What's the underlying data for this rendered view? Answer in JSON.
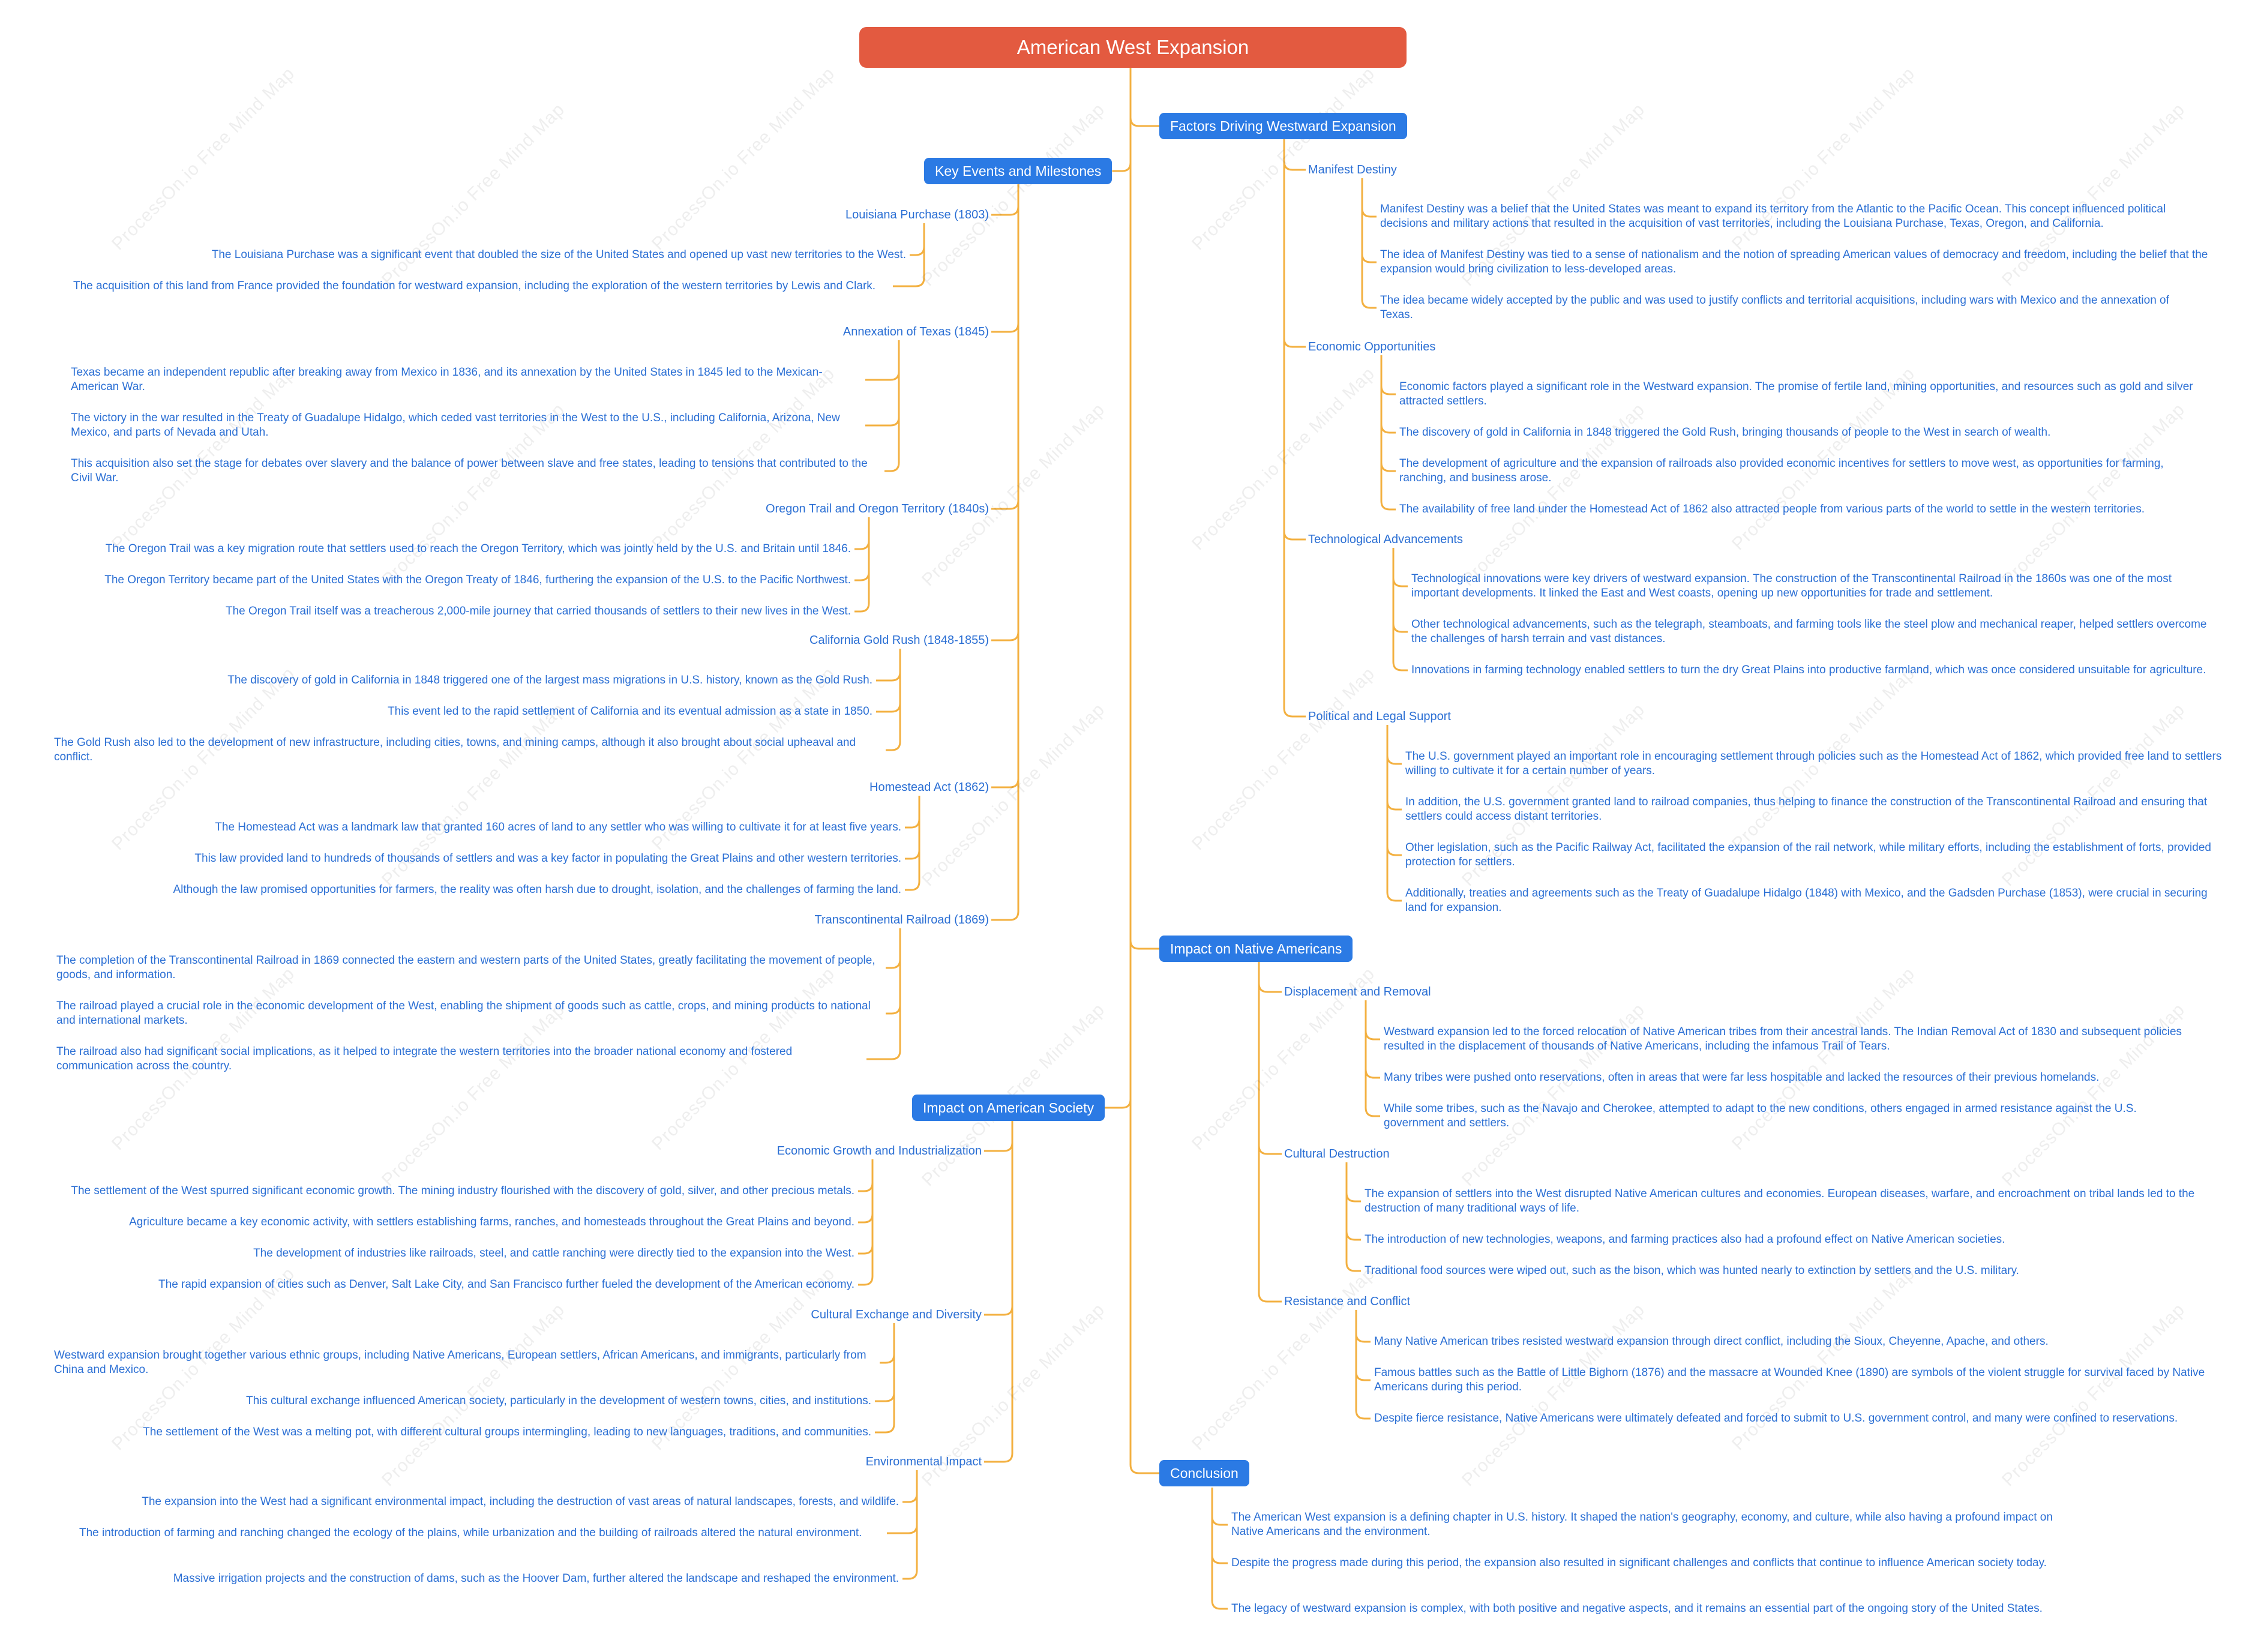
{
  "watermark": "ProcessOn.io Free Mind Map",
  "root": {
    "label": "American West Expansion"
  },
  "left": [
    {
      "title": "Key Events and Milestones",
      "subs": [
        {
          "title": "Louisiana Purchase (1803)",
          "items": [
            "The Louisiana Purchase was a significant event that doubled the size of the United States and opened up vast new territories to the West.",
            "The acquisition of this land from France provided the foundation for westward expansion, including the exploration of the western territories by Lewis and Clark."
          ]
        },
        {
          "title": "Annexation of Texas (1845)",
          "items": [
            "Texas became an independent republic after breaking away from Mexico in 1836, and its annexation by the United States in 1845 led to the Mexican-American War.",
            "The victory in the war resulted in the Treaty of Guadalupe Hidalgo, which ceded vast territories in the West to the U.S., including California, Arizona, New Mexico, and parts of Nevada and Utah.",
            "This acquisition also set the stage for debates over slavery and the balance of power between slave and free states, leading to tensions that contributed to the Civil War."
          ]
        },
        {
          "title": "Oregon Trail and Oregon Territory (1840s)",
          "items": [
            "The Oregon Trail was a key migration route that settlers used to reach the Oregon Territory, which was jointly held by the U.S. and Britain until 1846.",
            "The Oregon Territory became part of the United States with the Oregon Treaty of 1846, furthering the expansion of the U.S. to the Pacific Northwest.",
            "The Oregon Trail itself was a treacherous 2,000-mile journey that carried thousands of settlers to their new lives in the West."
          ]
        },
        {
          "title": "California Gold Rush (1848-1855)",
          "items": [
            "The discovery of gold in California in 1848 triggered one of the largest mass migrations in U.S. history, known as the Gold Rush.",
            "This event led to the rapid settlement of California and its eventual admission as a state in 1850.",
            "The Gold Rush also led to the development of new infrastructure, including cities, towns, and mining camps, although it also brought about social upheaval and conflict."
          ]
        },
        {
          "title": "Homestead Act (1862)",
          "items": [
            "The Homestead Act was a landmark law that granted 160 acres of land to any settler who was willing to cultivate it for at least five years.",
            "This law provided land to hundreds of thousands of settlers and was a key factor in populating the Great Plains and other western territories.",
            "Although the law promised opportunities for farmers, the reality was often harsh due to drought, isolation, and the challenges of farming the land."
          ]
        },
        {
          "title": "Transcontinental Railroad (1869)",
          "items": [
            "The completion of the Transcontinental Railroad in 1869 connected the eastern and western parts of the United States, greatly facilitating the movement of people, goods, and information.",
            "The railroad played a crucial role in the economic development of the West, enabling the shipment of goods such as cattle, crops, and mining products to national and international markets.",
            "The railroad also had significant social implications, as it helped to integrate the western territories into the broader national economy and fostered communication across the country."
          ]
        }
      ]
    },
    {
      "title": "Impact on American Society",
      "subs": [
        {
          "title": "Economic Growth and Industrialization",
          "items": [
            "The settlement of the West spurred significant economic growth. The mining industry flourished with the discovery of gold, silver, and other precious metals.",
            "Agriculture became a key economic activity, with settlers establishing farms, ranches, and homesteads throughout the Great Plains and beyond.",
            "The development of industries like railroads, steel, and cattle ranching were directly tied to the expansion into the West.",
            "The rapid expansion of cities such as Denver, Salt Lake City, and San Francisco further fueled the development of the American economy."
          ]
        },
        {
          "title": "Cultural Exchange and Diversity",
          "items": [
            "Westward expansion brought together various ethnic groups, including Native Americans, European settlers, African Americans, and immigrants, particularly from China and Mexico.",
            "This cultural exchange influenced American society, particularly in the development of western towns, cities, and institutions.",
            "The settlement of the West was a melting pot, with different cultural groups intermingling, leading to new languages, traditions, and communities."
          ]
        },
        {
          "title": "Environmental Impact",
          "items": [
            "The expansion into the West had a significant environmental impact, including the destruction of vast areas of natural landscapes, forests, and wildlife.",
            "The introduction of farming and ranching changed the ecology of the plains, while urbanization and the building of railroads altered the natural environment.",
            "Massive irrigation projects and the construction of dams, such as the Hoover Dam, further altered the landscape and reshaped the environment."
          ]
        }
      ]
    }
  ],
  "right": [
    {
      "title": "Factors Driving Westward Expansion",
      "subs": [
        {
          "title": "Manifest Destiny",
          "items": [
            "Manifest Destiny was a belief that the United States was meant to expand its territory from the Atlantic to the Pacific Ocean. This concept influenced political decisions and military actions that resulted in the acquisition of vast territories, including the Louisiana Purchase, Texas, Oregon, and California.",
            "The idea of Manifest Destiny was tied to a sense of nationalism and the notion of spreading American values of democracy and freedom, including the belief that the expansion would bring civilization to less-developed areas.",
            "The idea became widely accepted by the public and was used to justify conflicts and territorial acquisitions, including wars with Mexico and the annexation of Texas."
          ]
        },
        {
          "title": "Economic Opportunities",
          "items": [
            "Economic factors played a significant role in the Westward expansion. The promise of fertile land, mining opportunities, and resources such as gold and silver attracted settlers.",
            "The discovery of gold in California in 1848 triggered the Gold Rush, bringing thousands of people to the West in search of wealth.",
            "The development of agriculture and the expansion of railroads also provided economic incentives for settlers to move west, as opportunities for farming, ranching, and business arose.",
            "The availability of free land under the Homestead Act of 1862 also attracted people from various parts of the world to settle in the western territories."
          ]
        },
        {
          "title": "Technological Advancements",
          "items": [
            "Technological innovations were key drivers of westward expansion. The construction of the Transcontinental Railroad in the 1860s was one of the most important developments. It linked the East and West coasts, opening up new opportunities for trade and settlement.",
            "Other technological advancements, such as the telegraph, steamboats, and farming tools like the steel plow and mechanical reaper, helped settlers overcome the challenges of harsh terrain and vast distances.",
            "Innovations in farming technology enabled settlers to turn the dry Great Plains into productive farmland, which was once considered unsuitable for agriculture."
          ]
        },
        {
          "title": "Political and Legal Support",
          "items": [
            "The U.S. government played an important role in encouraging settlement through policies such as the Homestead Act of 1862, which provided free land to settlers willing to cultivate it for a certain number of years.",
            "In addition, the U.S. government granted land to railroad companies, thus helping to finance the construction of the Transcontinental Railroad and ensuring that settlers could access distant territories.",
            "Other legislation, such as the Pacific Railway Act, facilitated the expansion of the rail network, while military efforts, including the establishment of forts, provided protection for settlers.",
            "Additionally, treaties and agreements such as the Treaty of Guadalupe Hidalgo (1848) with Mexico, and the Gadsden Purchase (1853), were crucial in securing land for expansion."
          ]
        }
      ]
    },
    {
      "title": "Impact on Native Americans",
      "subs": [
        {
          "title": "Displacement and Removal",
          "items": [
            "Westward expansion led to the forced relocation of Native American tribes from their ancestral lands. The Indian Removal Act of 1830 and subsequent policies resulted in the displacement of thousands of Native Americans, including the infamous Trail of Tears.",
            "Many tribes were pushed onto reservations, often in areas that were far less hospitable and lacked the resources of their previous homelands.",
            "While some tribes, such as the Navajo and Cherokee, attempted to adapt to the new conditions, others engaged in armed resistance against the U.S. government and settlers."
          ]
        },
        {
          "title": "Cultural Destruction",
          "items": [
            "The expansion of settlers into the West disrupted Native American cultures and economies. European diseases, warfare, and encroachment on tribal lands led to the destruction of many traditional ways of life.",
            "The introduction of new technologies, weapons, and farming practices also had a profound effect on Native American societies.",
            "Traditional food sources were wiped out, such as the bison, which was hunted nearly to extinction by settlers and the U.S. military."
          ]
        },
        {
          "title": "Resistance and Conflict",
          "items": [
            "Many Native American tribes resisted westward expansion through direct conflict, including the Sioux, Cheyenne, Apache, and others.",
            "Famous battles such as the Battle of Little Bighorn (1876) and the massacre at Wounded Knee (1890) are symbols of the violent struggle for survival faced by Native Americans during this period.",
            "Despite fierce resistance, Native Americans were ultimately defeated and forced to submit to U.S. government control, and many were confined to reservations."
          ]
        }
      ]
    },
    {
      "title": "Conclusion",
      "items": [
        "The American West expansion is a defining chapter in U.S. history. It shaped the nation's geography, economy, and culture, while also having a profound impact on Native Americans and the environment.",
        "Despite the progress made during this period, the expansion also resulted in significant challenges and conflicts that continue to influence American society today.",
        "The legacy of westward expansion is complex, with both positive and negative aspects, and it remains an essential part of the ongoing story of the United States."
      ]
    }
  ]
}
